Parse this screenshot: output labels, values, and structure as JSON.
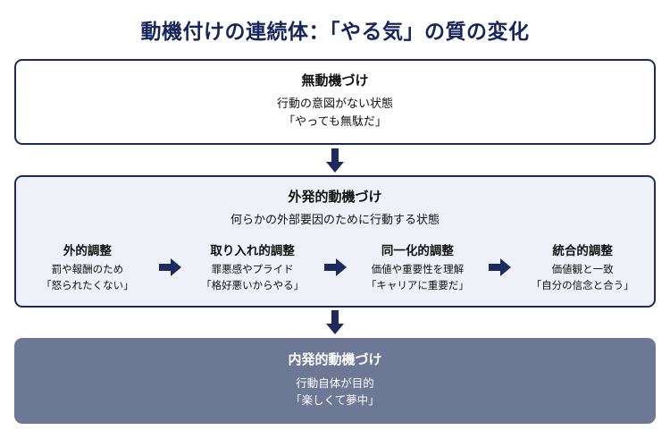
{
  "title": "動機付けの連続体：「やる気」の質の変化",
  "colors": {
    "navy": "#1e2a5e",
    "title_text": "#16265c",
    "mid_box_bg": "#eef1f8",
    "bottom_box_bg": "#6d7894",
    "bottom_box_text": "#ffffff"
  },
  "amotivation": {
    "title": "無動機づけ",
    "line1": "行動の意図がない状態",
    "line2": "「やっても無駄だ」"
  },
  "extrinsic": {
    "title": "外発的動機づけ",
    "subtitle": "何らかの外部要因のために行動する状態",
    "stages": [
      {
        "title": "外的調整",
        "line1": "罰や報酬のため",
        "line2": "「怒られたくない」"
      },
      {
        "title": "取り入れ的調整",
        "line1": "罪悪感やプライド",
        "line2": "「格好悪いからやる」"
      },
      {
        "title": "同一化的調整",
        "line1": "価値や重要性を理解",
        "line2": "「キャリアに重要だ」"
      },
      {
        "title": "統合的調整",
        "line1": "価値観と一致",
        "line2": "「自分の信念と合う」"
      }
    ]
  },
  "intrinsic": {
    "title": "内発的動機づけ",
    "line1": "行動自体が目的",
    "line2": "「楽しくて夢中」"
  }
}
